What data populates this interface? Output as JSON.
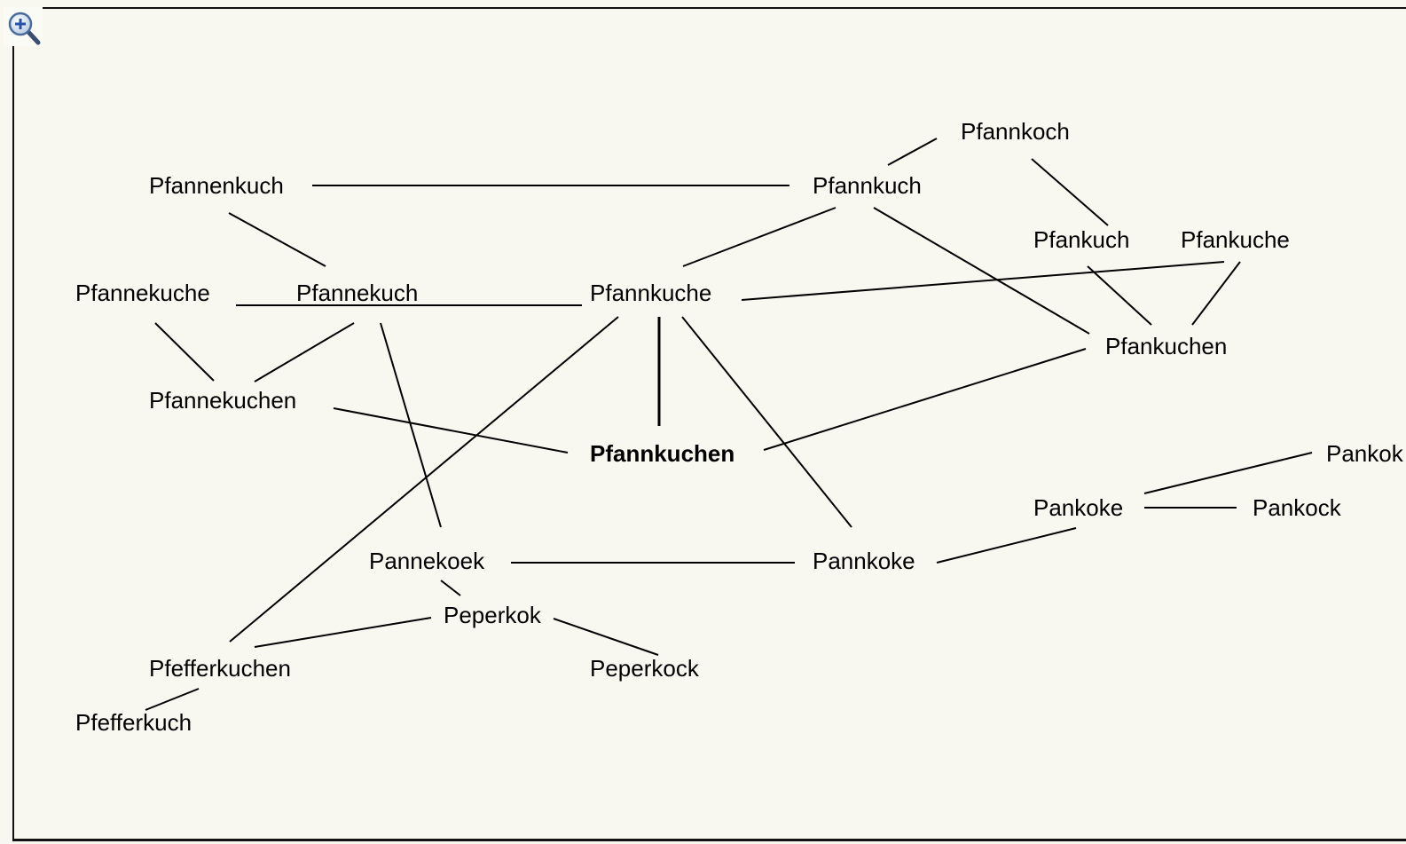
{
  "toolbar": {
    "zoom_icon": "zoom-in-magnifier-icon"
  },
  "graph": {
    "center": "Pfannkuchen",
    "nodes": {
      "pfannkoch": "Pfannkoch",
      "pfannenkuch": "Pfannenkuch",
      "pfannkuch": "Pfannkuch",
      "pfankuch": "Pfankuch",
      "pfankuche": "Pfankuche",
      "pfannekuche": "Pfannekuche",
      "pfannekuch": "Pfannekuch",
      "pfannkuche": "Pfannkuche",
      "pfankuchen": "Pfankuchen",
      "pfannekuchen": "Pfannekuchen",
      "pfannkuchen": "Pfannkuchen",
      "pankok": "Pankok",
      "pankoke": "Pankoke",
      "pankock": "Pankock",
      "pannekoek": "Pannekoek",
      "pannkoke": "Pannkoke",
      "peperkok": "Peperkok",
      "pfefferkuchen": "Pfefferkuchen",
      "peperkock": "Peperkock",
      "pfefferkuch": "Pfefferkuch"
    }
  }
}
